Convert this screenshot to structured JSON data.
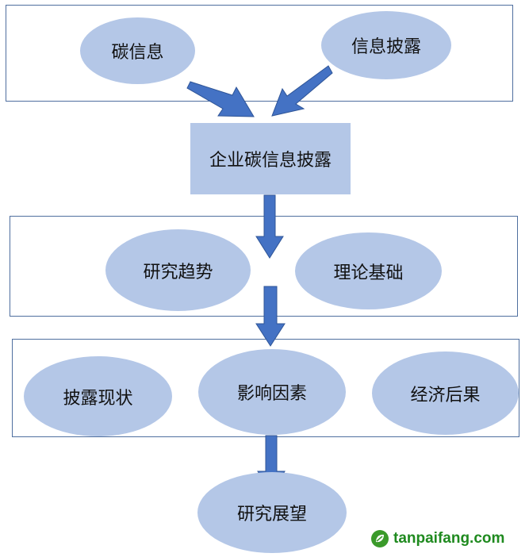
{
  "top": {
    "left": "碳信息",
    "right": "信息披露"
  },
  "center": "企业碳信息披露",
  "row2": {
    "left": "研究趋势",
    "right": "理论基础"
  },
  "row3": {
    "left": "披露现状",
    "center": "影响因素",
    "right": "经济后果"
  },
  "bottom": "研究展望",
  "watermark": "tanpaifang.com",
  "colors": {
    "shape_fill": "#b4c7e7",
    "frame_border": "#4f6f9f",
    "arrow": "#4472c4",
    "watermark": "#1f8a1f"
  }
}
